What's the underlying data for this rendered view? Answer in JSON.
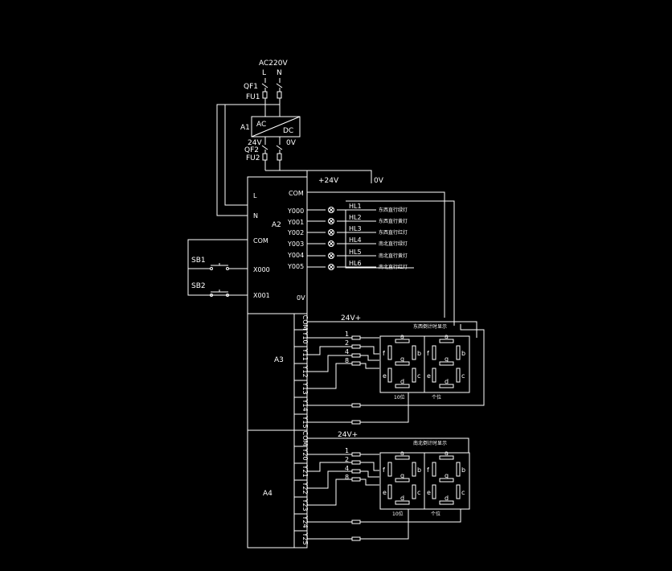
{
  "supply": {
    "voltage": "AC220V",
    "line": "L",
    "neutral": "N",
    "breaker": "QF1",
    "fuse": "FU1"
  },
  "converter": {
    "name": "A1",
    "ac": "AC",
    "dc": "DC",
    "out_pos": "24V",
    "out_neg": "0V",
    "breaker": "QF2",
    "fuse": "FU2"
  },
  "bus": {
    "pos": "+24V",
    "neg": "0V"
  },
  "plc": {
    "name": "A2",
    "left_pins": [
      "L",
      "N",
      "COM",
      "X000",
      "X001"
    ],
    "out_com": "COM",
    "outputs": [
      "Y000",
      "Y001",
      "Y002",
      "Y003",
      "Y004",
      "Y005"
    ],
    "zero": "0V"
  },
  "buttons": [
    "SB1",
    "SB2"
  ],
  "lamps": [
    "HL1",
    "HL2",
    "HL3",
    "HL4",
    "HL5",
    "HL6"
  ],
  "lamp_notes": [
    "东西直行绿灯",
    "东西直行黄灯",
    "东西直行红灯",
    "南北直行绿灯",
    "南北直行黄灯",
    "南北直行红灯"
  ],
  "modules": [
    {
      "name": "A3",
      "pins": [
        "COM",
        "Y10",
        "Y11",
        "Y12",
        "Y13",
        "Y14",
        "Y15"
      ],
      "vcc": "24V+",
      "bcd": [
        "1",
        "2",
        "4",
        "8"
      ],
      "title": "东西倒计时显示",
      "tens": "10位",
      "units": "个位"
    },
    {
      "name": "A4",
      "pins": [
        "COM",
        "Y20",
        "Y21",
        "Y22",
        "Y23",
        "Y24",
        "Y25"
      ],
      "vcc": "24V+",
      "bcd": [
        "1",
        "2",
        "4",
        "8"
      ],
      "title": "南北倒计时显示",
      "tens": "10位",
      "units": "个位"
    }
  ],
  "segments": [
    "a",
    "b",
    "c",
    "d",
    "e",
    "f",
    "g"
  ]
}
